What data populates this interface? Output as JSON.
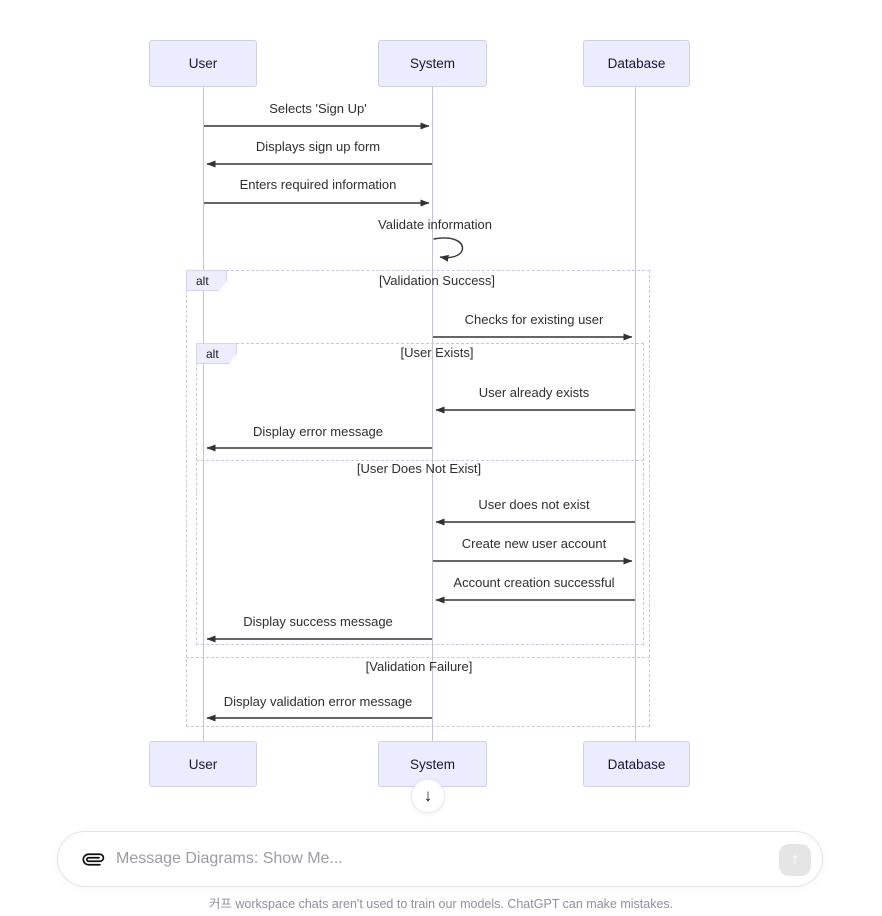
{
  "diagram": {
    "actors": [
      {
        "label": "User"
      },
      {
        "label": "System"
      },
      {
        "label": "Database"
      }
    ],
    "messages": [
      {
        "label": "Selects 'Sign Up'",
        "from": "User",
        "to": "System"
      },
      {
        "label": "Displays sign up form",
        "from": "System",
        "to": "User"
      },
      {
        "label": "Enters required information",
        "from": "User",
        "to": "System"
      },
      {
        "label": "Validate information",
        "from": "System",
        "to": "System"
      },
      {
        "label": "Checks for existing user",
        "from": "System",
        "to": "Database"
      },
      {
        "label": "User already exists",
        "from": "Database",
        "to": "System"
      },
      {
        "label": "Display error message",
        "from": "System",
        "to": "User"
      },
      {
        "label": "User does not exist",
        "from": "Database",
        "to": "System"
      },
      {
        "label": "Create new user account",
        "from": "System",
        "to": "Database"
      },
      {
        "label": "Account creation successful",
        "from": "Database",
        "to": "System"
      },
      {
        "label": "Display success message",
        "from": "System",
        "to": "User"
      },
      {
        "label": "Display validation error message",
        "from": "System",
        "to": "User"
      }
    ],
    "alt_outer": {
      "tag": "alt",
      "conditions": [
        "[Validation Success]",
        "[Validation Failure]"
      ]
    },
    "alt_inner": {
      "tag": "alt",
      "conditions": [
        "[User Exists]",
        "[User Does Not Exist]"
      ]
    },
    "scroll_icon": "↓",
    "colors": {
      "actor_fill": "#ECECFF",
      "actor_border": "#cfcfe8",
      "arrow": "#333333",
      "alt_border": "#c7c7e2"
    }
  },
  "composer": {
    "placeholder": "Message Diagrams: Show Me...",
    "send_icon": "↑"
  },
  "footer": {
    "disclaimer": "커프 workspace chats aren't used to train our models. ChatGPT can make mistakes."
  }
}
